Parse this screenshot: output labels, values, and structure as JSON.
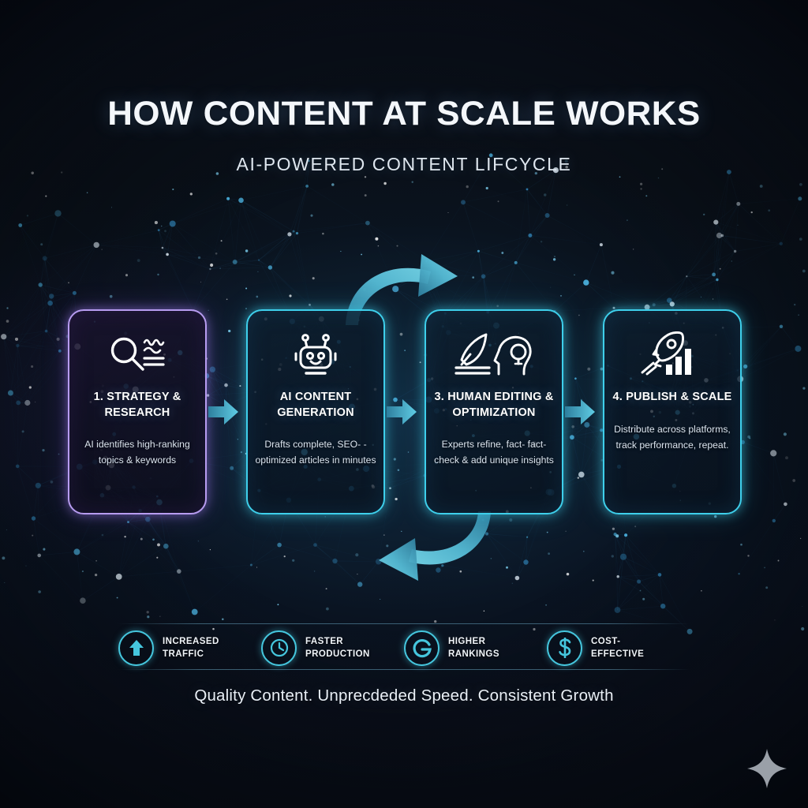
{
  "header": {
    "title": "HOW CONTENT AT SCALE WORKS",
    "subtitle": "AI-POWERED CONTENT LIFCYCLE"
  },
  "flow": {
    "steps": [
      {
        "icon": "magnifier-research-icon",
        "title": "1. STRATEGY &\nRESEARCH",
        "desc": "AI identifies high-ranking\ntopics & keywords",
        "accent": "#b79cf0"
      },
      {
        "icon": "robot-icon",
        "title": "AI CONTENT\nGENERATION",
        "desc": "Drafts complete, SEO-\n-optimized articles\nin minutes",
        "accent": "#3ecfeb"
      },
      {
        "icon": "quill-head-idea-icon",
        "title": "3. HUMAN EDITING\n& OPTIMIZATION",
        "desc": "Experts refine, fact-\nfact-check & add\nunique insights",
        "accent": "#3ecfeb"
      },
      {
        "icon": "rocket-chart-icon",
        "title": "4. PUBLISH &\nSCALE",
        "desc": "Distribute across platforms,\ntrack performance, repeat.",
        "accent": "#3ecfeb"
      }
    ],
    "connectors": [
      "arrow-right-1",
      "arrow-right-2",
      "arrow-right-3"
    ],
    "loops": [
      "curved-arrow-forward-top",
      "curved-arrow-return-bottom"
    ]
  },
  "benefits": [
    {
      "icon": "up-arrow-icon",
      "label": "INCREASED\nTRAFFIC"
    },
    {
      "icon": "clock-icon",
      "label": "FASTER\nPRODUCTION"
    },
    {
      "icon": "google-g-icon",
      "label": "HIGHER\nRANKINGS"
    },
    {
      "icon": "dollar-sign-icon",
      "label": "COST-\nEFFECTIVE"
    }
  ],
  "footer": {
    "tagline": "Quality Content. Unprecdeded Speed. Consistent Growth"
  },
  "watermark": {
    "icon": "four-point-star-icon"
  },
  "colors": {
    "background": "#0a1018",
    "accent_cyan": "#3ecfeb",
    "accent_purple": "#b79cf0",
    "benefit_ring": "#45c6dd",
    "text_primary": "#ffffff",
    "text_secondary": "#dbe4ee",
    "watermark": "#9aa0a8"
  }
}
